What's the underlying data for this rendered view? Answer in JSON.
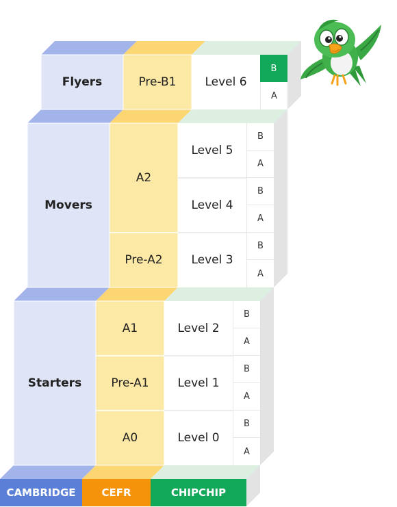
{
  "columns": {
    "cambridge": "CAMBRIDGE",
    "cefr": "CEFR",
    "chipchip": "CHIPCHIP"
  },
  "colors": {
    "cambridge": "#5b7fd6",
    "cefr": "#f5930a",
    "chipchip": "#11a85a",
    "cambridge_face": "#dfe5f6",
    "cambridge_top": "#a3b4ea",
    "cefr_face": "#fde9a6",
    "cefr_top": "#fcd673",
    "chip_face": "#ffffff",
    "chip_top": "#dcefe1",
    "side": "#e3e3e3",
    "selected": "#11a85a"
  },
  "cambridge_levels": [
    {
      "name": "Flyers"
    },
    {
      "name": "Movers"
    },
    {
      "name": "Starters"
    }
  ],
  "cefr_levels": [
    {
      "name": "Pre-B1"
    },
    {
      "name": "A2"
    },
    {
      "name": "Pre-A2"
    },
    {
      "name": "A1"
    },
    {
      "name": "Pre-A1"
    },
    {
      "name": "A0"
    }
  ],
  "chipchip_levels": [
    {
      "name": "Level 6",
      "sub": [
        "B",
        "A"
      ],
      "selected": "B"
    },
    {
      "name": "Level 5",
      "sub": [
        "B",
        "A"
      ]
    },
    {
      "name": "Level 4",
      "sub": [
        "B",
        "A"
      ]
    },
    {
      "name": "Level 3",
      "sub": [
        "B",
        "A"
      ]
    },
    {
      "name": "Level 2",
      "sub": [
        "B",
        "A"
      ]
    },
    {
      "name": "Level 1",
      "sub": [
        "B",
        "A"
      ]
    },
    {
      "name": "Level 0",
      "sub": [
        "B",
        "A"
      ]
    }
  ],
  "mascot": {
    "icon": "green-parrot-mascot-icon"
  }
}
